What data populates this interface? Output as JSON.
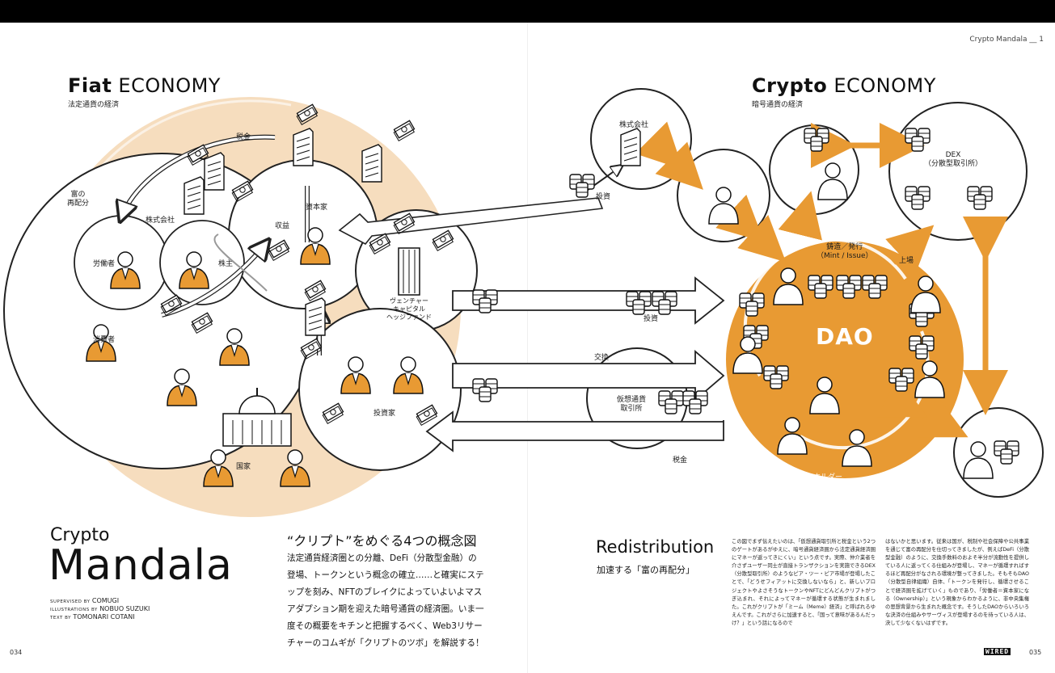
{
  "running_head": "Crypto Mandala __ 1",
  "fiat": {
    "title_bold": "Fiat",
    "title_rest": " ECONOMY",
    "subtitle": "法定通貨の経済"
  },
  "crypto": {
    "title_bold": "Crypto",
    "title_rest": " ECONOMY",
    "subtitle": "暗号通貨の経済"
  },
  "labels": {
    "tax_top": "税金",
    "redistribution": "富の\n再配分",
    "company_left": "株式会社",
    "worker": "労働者",
    "shareholder": "株主",
    "capitalist": "資本家",
    "revenue": "収益",
    "consumer": "消費者",
    "nation": "国家",
    "investor": "投資家",
    "vc": "ヴェンチャー\nキャピタル\nヘッジファンド",
    "company_right": "株式会社",
    "invest_top": "投資",
    "invest_mid": "投資",
    "exchange_label": "交換",
    "cex": "仮想通貨\n取引所",
    "tax_bottom": "税金",
    "dex": "DEX\n（分散型取引所）",
    "mint": "鋳造／発行\n（Mint / Issue）",
    "listing": "上場",
    "dao": "DAO",
    "token_holder": "トークンホルダー"
  },
  "title_block": {
    "crypto": "Crypto",
    "mandala": "Mandala",
    "credits": [
      {
        "role": "SUPERVISED BY",
        "name": "COMUGI"
      },
      {
        "role": "ILLUSTRATIONS BY",
        "name": "NOBUO SUZUKI"
      },
      {
        "role": "TEXT BY",
        "name": "TOMONARI COTANI"
      }
    ]
  },
  "lead": {
    "title": "“クリプト”をめぐる4つの概念図",
    "body": "法定通貨経済圏との分離、DeFi（分散型金融）の登場、トークンという概念の確立……と確実にステップを刻み、NFTのブレイクによっていよいよマスアダプション期を迎えた暗号通貨の経済圏。いま一度その概要をキチンと把握するべく、Web3リサーチャーのコムギが「クリプトのツボ」を解説する！"
  },
  "section": {
    "title": "Redistribution",
    "subtitle": "加速する「富の再配分」"
  },
  "body_columns": [
    "この図でまず伝えたいのは、「仮想通貨取引所と税金という2つのゲートがあるがゆえに、暗号通貨経済圏から法定通貨経済圏にマネーが返ってきにくい」という点です。実際、仲介業者を介さずユーザー同士が直接トランザクションを実施できるDEX（分散型取引所）のようなピア・ツー・ピア市場が登場したことで、「どうせフィアットに交換しないなら」と、新しいプロジェクトやよさそうなトークンやNFTにどんどんクリプトがつぎ込まれ、それによってマネーが循環する状態が生まれました。これがクリプトが「ミーム（Meme）経済」と呼ばれるゆえんです。これがさらに加速すると、「国って意味があるんだっけ？」という話になるので",
    "はないかと思います。従来は国が、税制や社会保障や公共事業を通じて富の再配分を仕切ってきましたが、例えばDeFi（分散型金融）のように、交換手数料のおよそ半分が流動性を提供している人に返ってくる仕組みが登場し、マネーが循環すればするほど再配分がなされる環境が整ってきました。そもそもDAO（分散型自律組織）自体、「トークンを発行し、循環させることで経済圏を拡げていく」ものであり、「労働者＝資本家になる（Ownership）」という現象からわかるように、非中央集権の思想背景から生まれた概念です。そうしたDAOからいろいろな決済の仕組みやサーヴィスが登場するのを待っている人は、決して少なくないはずです。"
  ],
  "folio_left": "034",
  "folio_right": "035",
  "logo": "WIRED",
  "colors": {
    "accent": "#E89A33",
    "light_peach": "#F6DDBE",
    "ink": "#111111"
  }
}
